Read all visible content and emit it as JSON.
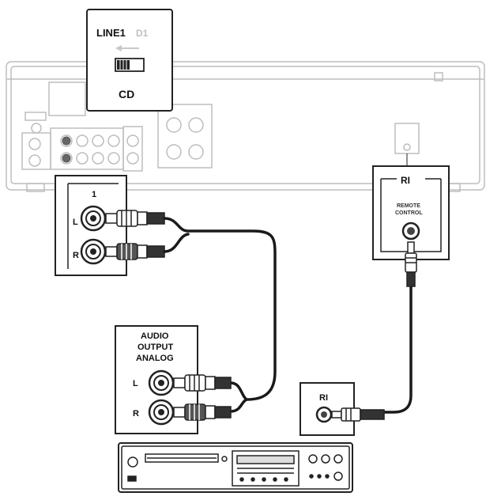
{
  "receiver": {
    "selector": {
      "line1_label": "LINE1",
      "d1_label": "D1",
      "cd_label": "CD"
    },
    "remote_jack_label": "RI",
    "remote_control_label_line1": "REMOTE",
    "remote_control_label_line2": "CONTROL",
    "line_input": {
      "number_label": "1",
      "left_label": "L",
      "right_label": "R"
    }
  },
  "cd_player": {
    "audio_output": {
      "title_line1": "AUDIO",
      "title_line2": "OUTPUT",
      "title_line3": "ANALOG",
      "left_label": "L",
      "right_label": "R"
    },
    "remote_jack_label": "RI"
  },
  "colors": {
    "line": "#222222",
    "panel": "#ffffff",
    "faded": "#c8c8c8",
    "cable": "#1a1a1a"
  }
}
